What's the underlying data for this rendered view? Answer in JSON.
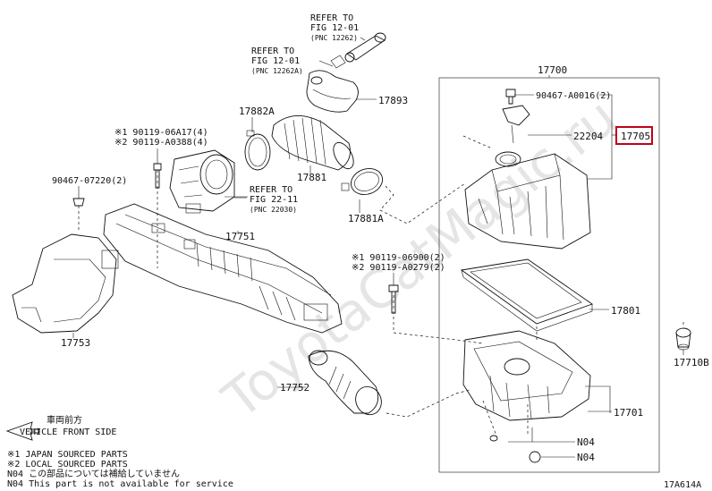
{
  "watermark": "ToyotaCatMagic.ru",
  "figure_code": "17A614A",
  "refs": {
    "fig1201_a": {
      "line1": "REFER TO",
      "line2": "FIG 12-01",
      "line3": "(PNC 12262)"
    },
    "fig1201_b": {
      "line1": "REFER TO",
      "line2": "FIG 12-01",
      "line3": "(PNC 12262A)"
    },
    "fig2211": {
      "line1": "REFER TO",
      "line2": "FIG 22-11",
      "line3": "(PNC 22030)"
    }
  },
  "parts": {
    "p17700": "17700",
    "p90467_0016": "90467-A0016(2)",
    "p17705": "17705",
    "p22204": "22204",
    "p17893": "17893",
    "p17882A": "17882A",
    "p17881": "17881",
    "p17881A": "17881A",
    "p90119_06a17": "※1 90119-06A17(4)",
    "p90119_a0388": "※2 90119-A0388(4)",
    "p90467_07220": "90467-07220(2)",
    "p17751": "17751",
    "p90119_06900": "※1 90119-06900(2)",
    "p90119_a0279": "※2 90119-A0279(2)",
    "p17801": "17801",
    "p17753": "17753",
    "p17752": "17752",
    "p17710B": "17710B",
    "p17701": "17701",
    "pN04a": "N04",
    "pN04b": "N04"
  },
  "direction": {
    "jp": "車両前方",
    "en": "VEHICLE FRONT SIDE"
  },
  "notes": [
    "※1 JAPAN SOURCED PARTS",
    "※2 LOCAL SOURCED PARTS",
    "N04 この部品については補給していません",
    "N04 This part is not available for service"
  ],
  "highlight_color": "#c0001a"
}
